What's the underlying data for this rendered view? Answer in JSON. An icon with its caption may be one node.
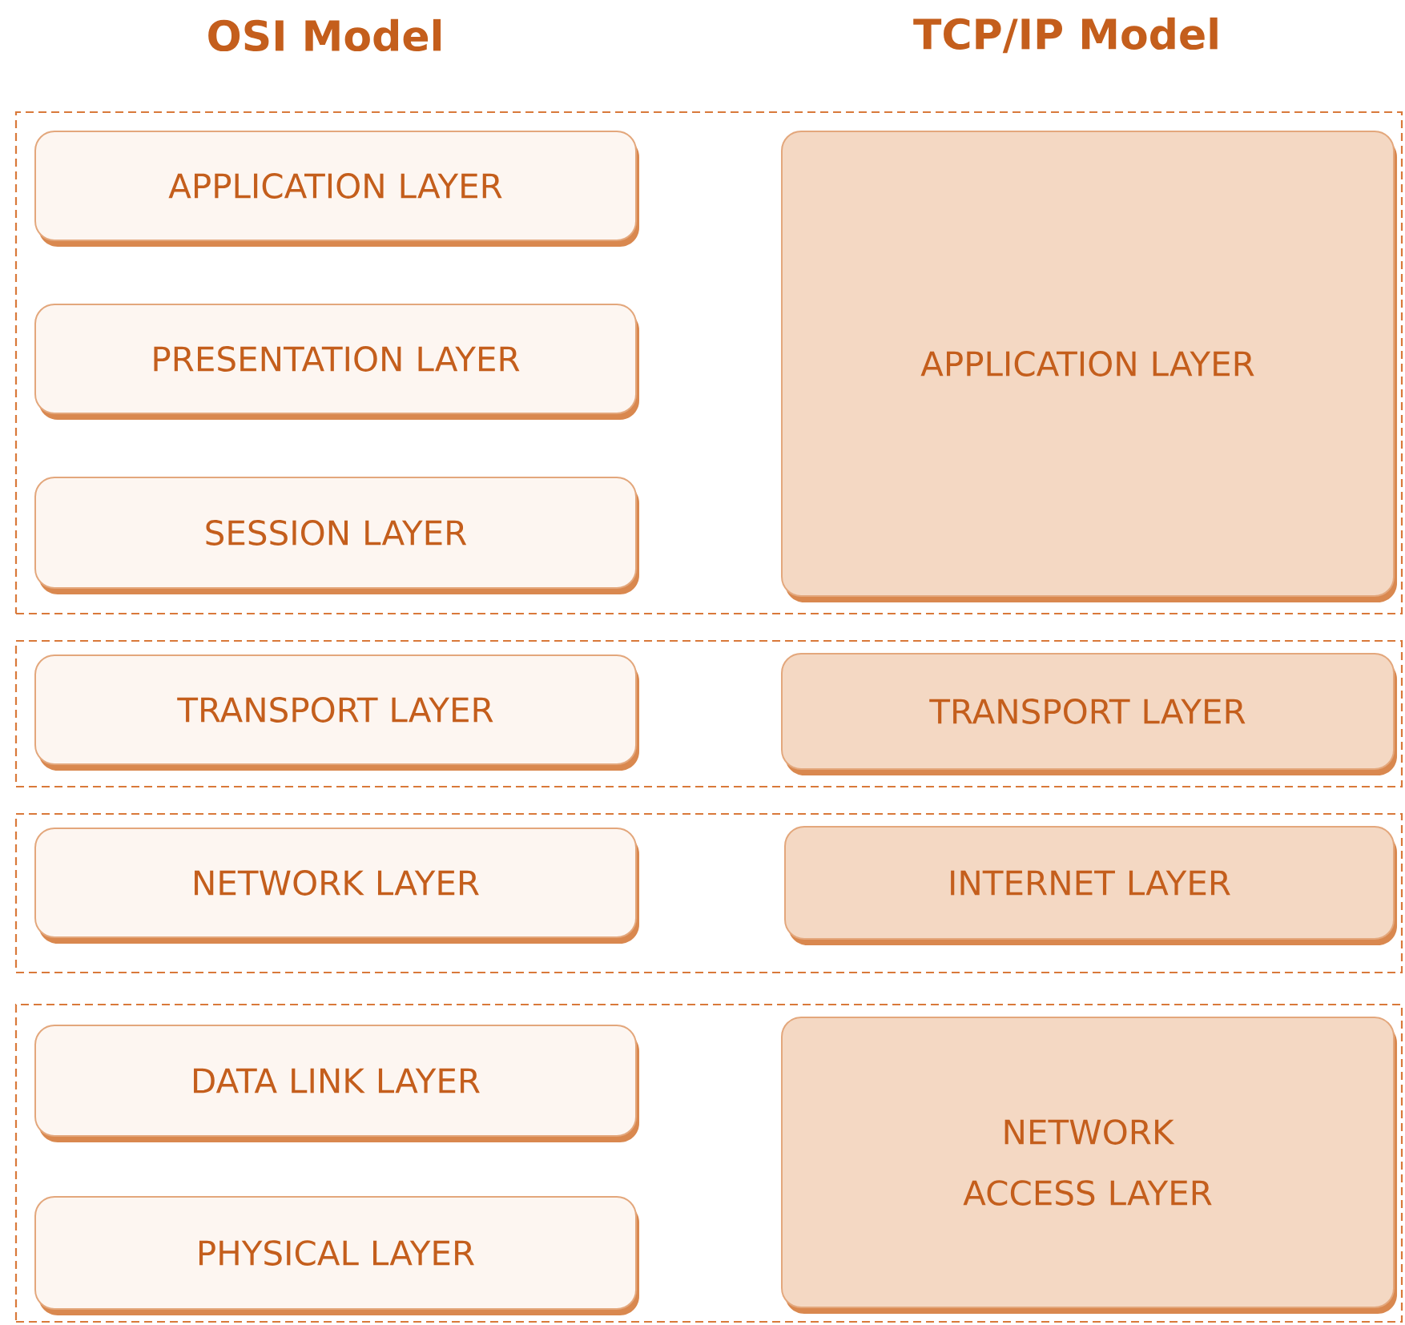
{
  "diagram": {
    "nodes": [
      {
        "text": [],
        "shape": "box"
      },
      {
        "text": [
          "APPLICATION LAYER"
        ],
        "in": 0
      },
      {
        "text": [
          "PRESENTATION LAYER"
        ],
        "in": 0
      },
      {
        "text": [
          "SESSION LAYER"
        ],
        "in": 0
      },
      {
        "text": [
          "APPLICATION LAYER"
        ],
        "in": 0
      },
      {
        "text": [],
        "shape": "box"
      },
      {
        "text": [
          "TRANSPORT LAYER"
        ],
        "in": 5
      },
      {
        "text": [
          "TRANSPORT LAYER"
        ],
        "in": 5
      },
      {
        "text": [],
        "shape": "box"
      },
      {
        "text": [
          "NETWORK LAYER"
        ],
        "in": 8
      },
      {
        "text": [
          "INTERNET LAYER"
        ],
        "in": 8
      },
      {
        "text": [],
        "shape": "box"
      },
      {
        "text": [
          "DATA LINK LAYER"
        ],
        "in": 11
      },
      {
        "text": [
          "PHYSICAL LAYER"
        ],
        "in": 11
      },
      {
        "text": [
          "NETWORK ACCESS LAYER"
        ],
        "in": 11
      }
    ],
    "edges": [],
    "labels": [
      "OSI Model",
      "TCP/IP Model"
    ]
  }
}
